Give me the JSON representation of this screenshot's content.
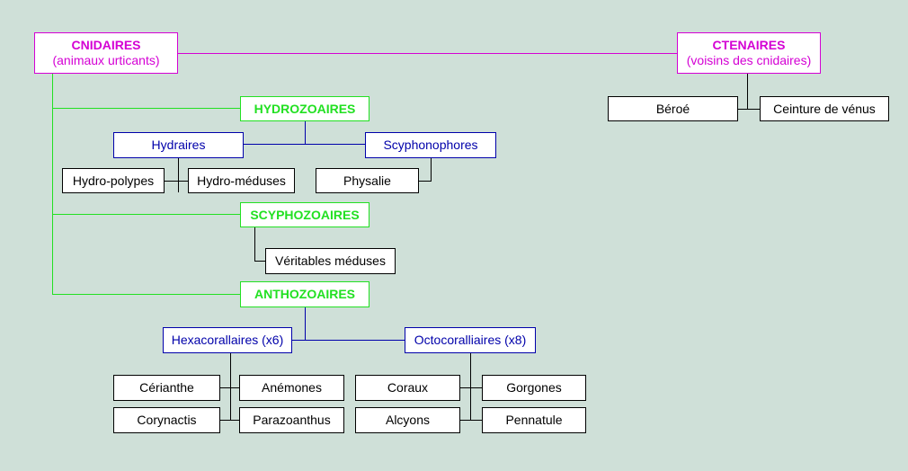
{
  "colors": {
    "background": "#cfe0d8",
    "root": "#d400d4",
    "class": "#22e022",
    "subclass": "#0000aa",
    "leaf": "#000000"
  },
  "cnidaires": {
    "title": "CNIDAIRES",
    "subtitle": "(animaux urticants)"
  },
  "ctenaires": {
    "title": "CTENAIRES",
    "subtitle": "(voisins des cnidaires)",
    "children": [
      "Béroé",
      "Ceinture de vénus"
    ]
  },
  "hydrozoaires": {
    "title": "HYDROZOAIRES",
    "hydraires": {
      "label": "Hydraires",
      "children": [
        "Hydro-polypes",
        "Hydro-méduses"
      ]
    },
    "scyphonophores": {
      "label": "Scyphonophores",
      "children": [
        "Physalie"
      ]
    }
  },
  "scyphozoaires": {
    "title": "SCYPHOZOAIRES",
    "children": [
      "Véritables méduses"
    ]
  },
  "anthozoaires": {
    "title": "ANTHOZOAIRES",
    "hexacoralliaires": {
      "label": "Hexacorallaires (x6)",
      "children": [
        "Cérianthe",
        "Anémones",
        "Corynactis",
        "Parazoanthus"
      ]
    },
    "octocoralliaires": {
      "label": "Octocoralliaires (x8)",
      "children": [
        "Coraux",
        "Gorgones",
        "Alcyons",
        "Pennatule"
      ]
    }
  }
}
